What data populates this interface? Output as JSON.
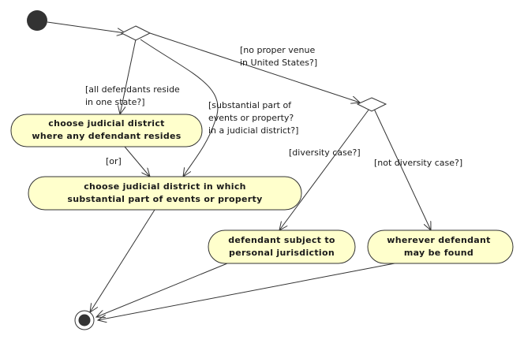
{
  "colors": {
    "action_fill": "#ffffcc",
    "stroke": "#333333",
    "initial": "#333333",
    "background": "#ffffff"
  },
  "actions": {
    "reside": [
      "choose judicial district",
      "where any defendant resides"
    ],
    "substantial": [
      "choose judicial district in which",
      "substantial part of events or property"
    ],
    "subject": [
      "defendant subject to",
      "personal jurisdiction"
    ],
    "found": [
      "wherever defendant",
      "may be found"
    ]
  },
  "guards": {
    "all_reside": [
      "[all defendants reside",
      "in one state?]"
    ],
    "substantial": [
      "[substantial part of",
      "events or property?",
      "in a judicial district?]"
    ],
    "no_venue": [
      "[no proper venue",
      "in United States?]"
    ],
    "or": [
      "[or]"
    ],
    "diversity": [
      "[diversity case?]"
    ],
    "not_diversity": [
      "[not diversity case?]"
    ]
  }
}
